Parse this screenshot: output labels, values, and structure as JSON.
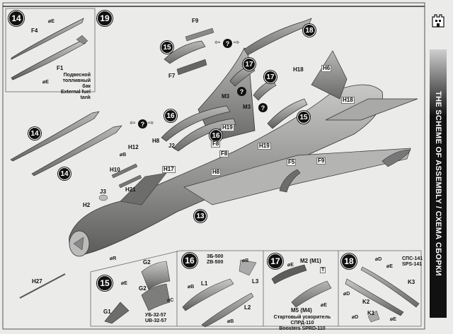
{
  "sidebar": {
    "title": "THE SCHEME OF ASSEMBLY / СХЕМА СБОРКИ",
    "logo_icon": "castle-logo-icon"
  },
  "main": {
    "step_13": "13",
    "step_15_main": "15",
    "step_15_tail": "15",
    "step_16a": "16",
    "step_16b": "16",
    "step_17a": "17",
    "step_17b": "17",
    "step_18_main": "18",
    "step_14a": "14",
    "step_14b": "14",
    "question_mark": "?",
    "parts": {
      "F9_top": "F9",
      "F7": "F7",
      "M3_a": "M3",
      "M3_b": "M3",
      "H18_a": "H18",
      "H6": "H6",
      "H18_b": "H18",
      "H12": "H12",
      "H8_a": "H8",
      "J2": "J2",
      "H19_a": "H19",
      "F8_a": "F8",
      "F8_b": "F8",
      "H19_b": "H19",
      "H17": "H17",
      "H10": "H10",
      "H21": "H21",
      "H8_b": "H8",
      "J3": "J3",
      "H2": "H2",
      "F5": "F5",
      "F9_wing": "F9",
      "H27": "H27"
    },
    "glue": {
      "R": "R",
      "B": "B"
    }
  },
  "panel_14": {
    "step": "14",
    "part_top": "F4",
    "part_bottom": "F1",
    "glue_1": "E",
    "glue_2": "E",
    "caption_ru_1": "Подвесной",
    "caption_ru_2": "топливный бак",
    "caption_en": "External fuel tank"
  },
  "panel_19": {
    "step": "19"
  },
  "panel_15": {
    "step": "15",
    "part_g2_top": "G2",
    "part_g2_bottom": "G2",
    "part_g1": "G1",
    "glue_e": "E",
    "glue_c": "C",
    "caption_ru": "УБ-32-57",
    "caption_en": "UB-32-57"
  },
  "panel_16": {
    "step": "16",
    "caption_ru": "ЗБ-500",
    "caption_en": "ZB-500",
    "part_l1": "L1",
    "part_l2": "L2",
    "part_l3": "L3",
    "glue_1": "B",
    "glue_2": "B",
    "glue_3": "B"
  },
  "panel_17": {
    "step": "17",
    "part_top": "M2 (M1)",
    "part_bottom": "M5 (M4)",
    "part_small": "T",
    "glue_1": "E",
    "glue_2": "E",
    "caption_ru": "Стартовый ускоритель СПРД-110",
    "caption_en": "Boosters SPRD-110"
  },
  "panel_18": {
    "step": "18",
    "caption_ru": "СПС-141",
    "caption_en": "SPS-141",
    "part_k1": "K1",
    "part_k2": "K2",
    "part_k3": "K3",
    "glue_d1": "D",
    "glue_e1": "E",
    "glue_d2": "D",
    "glue_d3": "D",
    "glue_e2": "E"
  }
}
